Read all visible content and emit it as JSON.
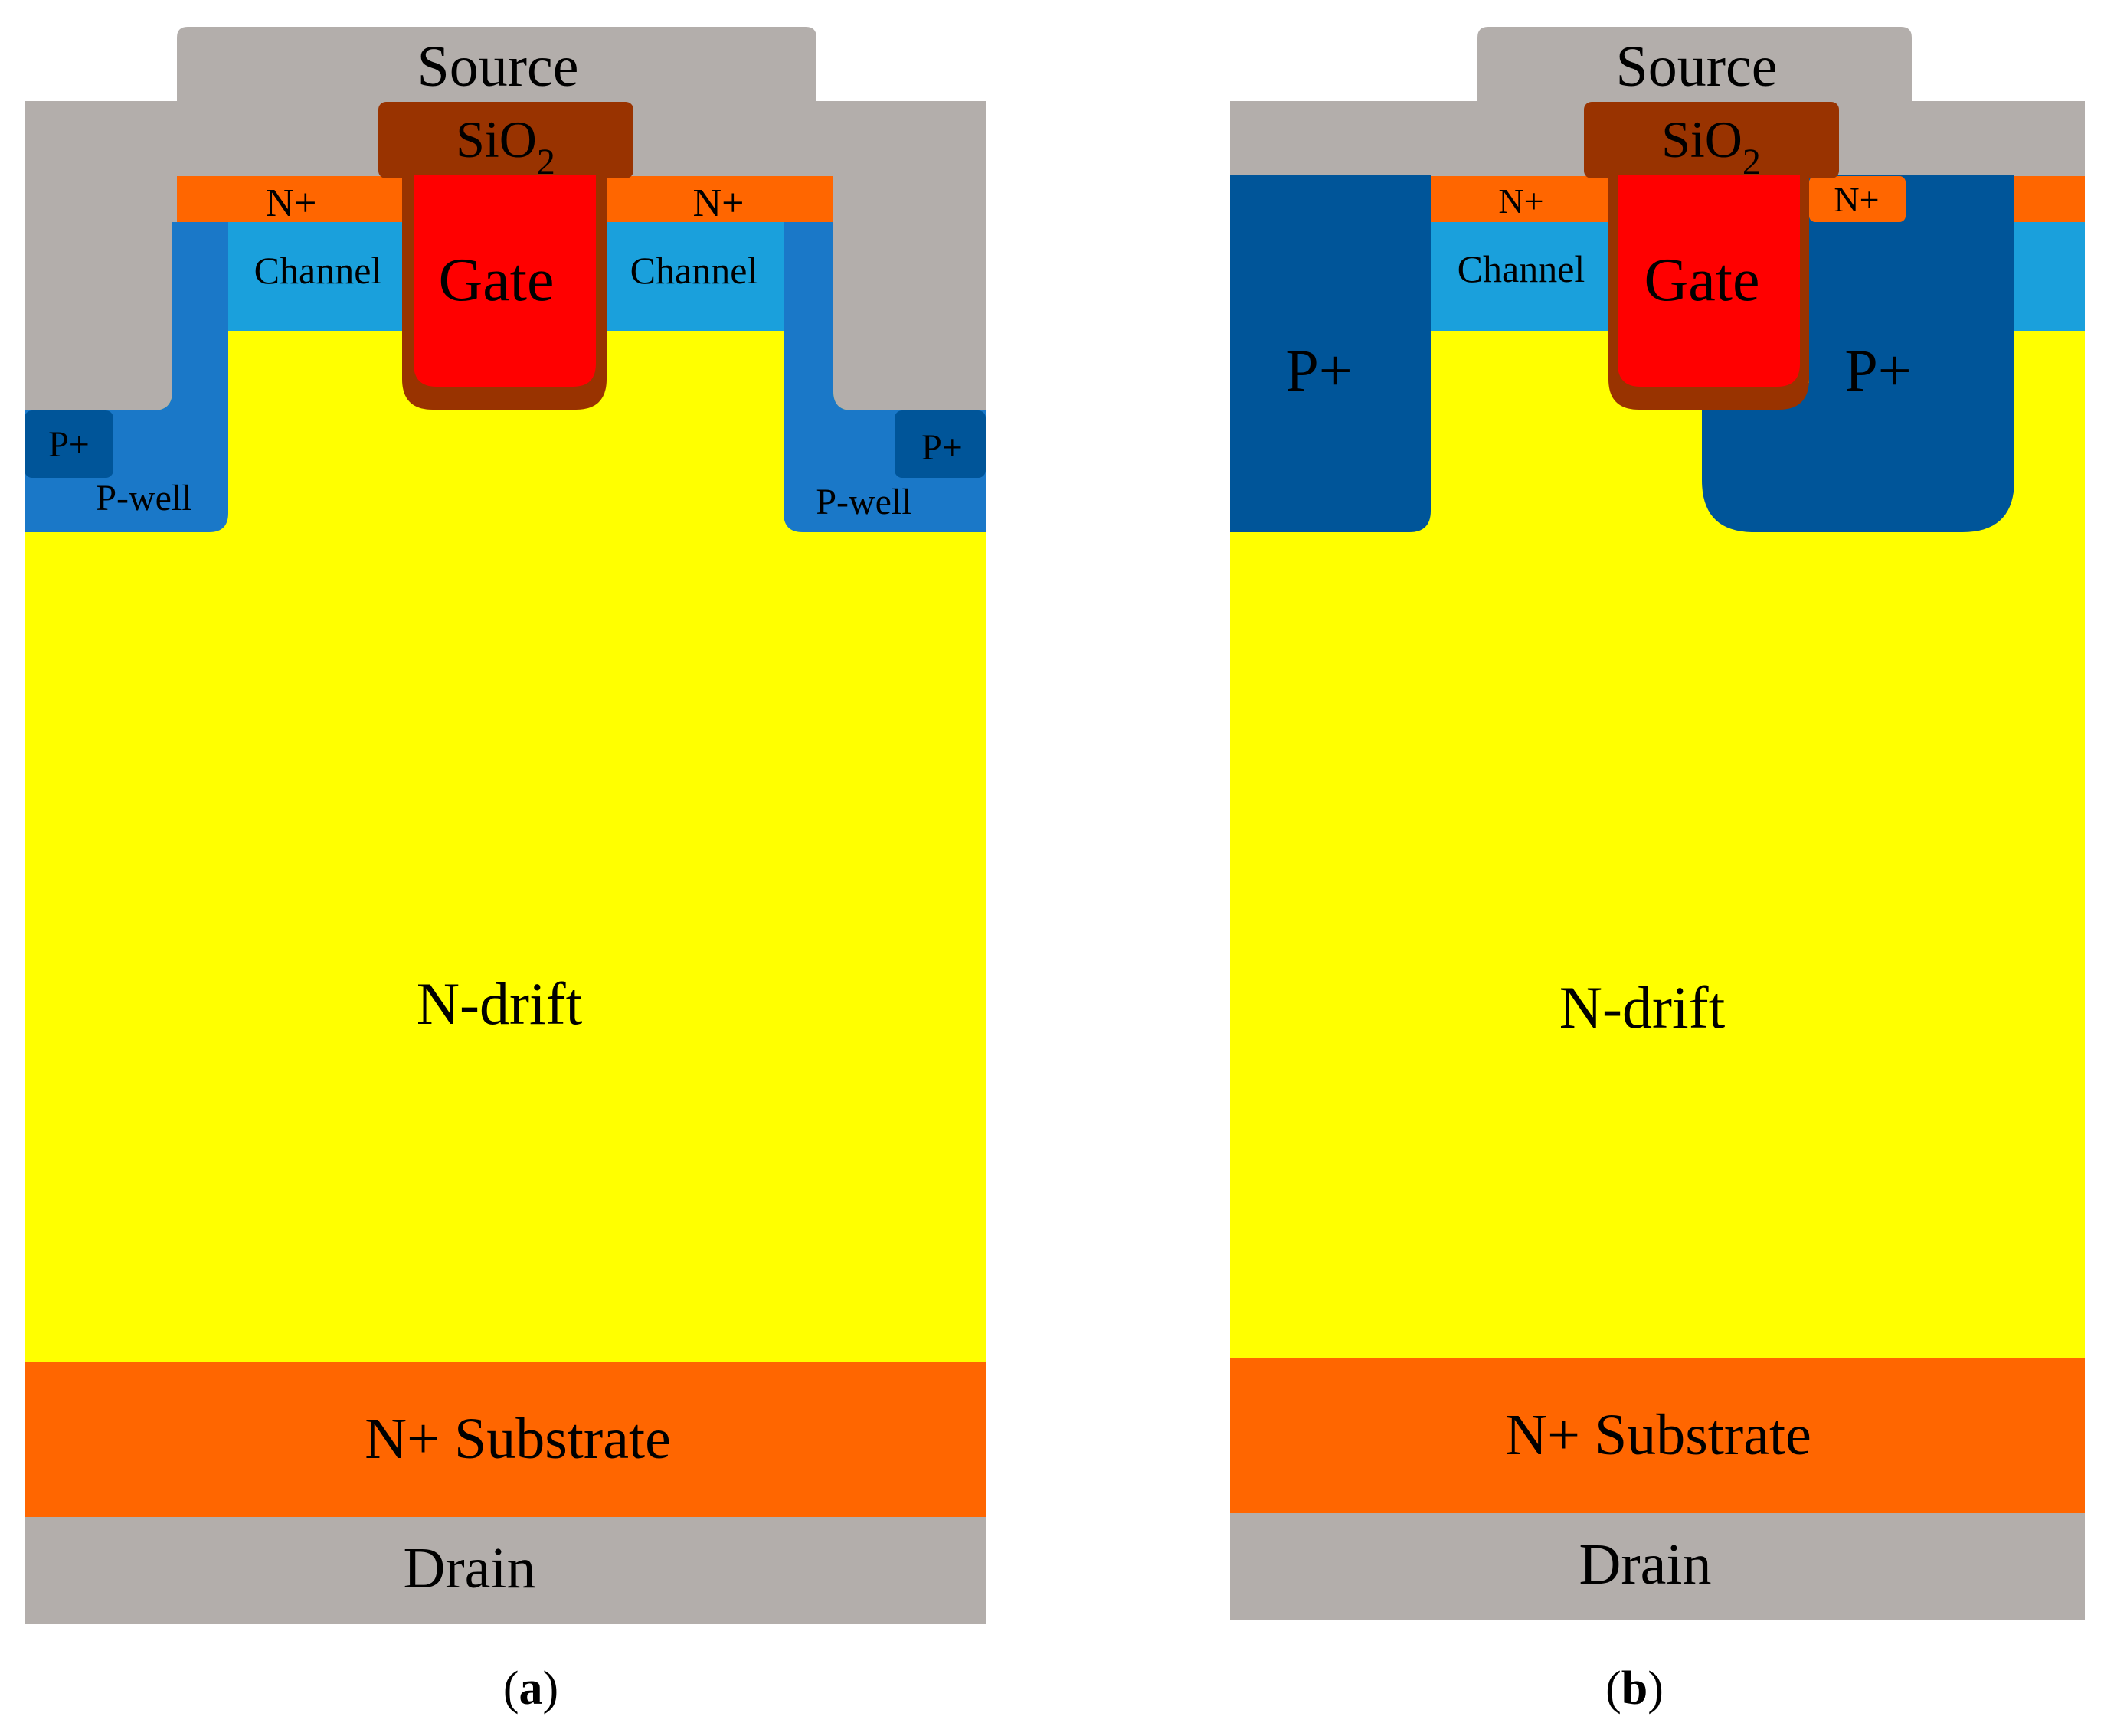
{
  "colors": {
    "metal": "#b3aeab",
    "oxide": "#993300",
    "gate": "#ff0000",
    "n_plus": "#ff6600",
    "channel": "#1aa0dc",
    "p_well": "#1a78c8",
    "p_plus": "#005599",
    "n_drift": "#ffff00"
  },
  "diagram_a": {
    "source": "Source",
    "sio2_main": "SiO",
    "sio2_sub": "2",
    "gate": "Gate",
    "n_plus_left": "N+",
    "n_plus_right": "N+",
    "channel_left": "Channel",
    "channel_right": "Channel",
    "p_plus_left": "P+",
    "p_plus_right": "P+",
    "p_well_left": "P-well",
    "p_well_right": "P-well",
    "n_drift": "N-drift",
    "substrate": "N+ Substrate",
    "drain": "Drain",
    "caption_open": "(",
    "caption_letter": "a",
    "caption_close": ")"
  },
  "diagram_b": {
    "source": "Source",
    "sio2_main": "SiO",
    "sio2_sub": "2",
    "gate": "Gate",
    "n_plus_left": "N+",
    "n_plus_right": "N+",
    "channel_left": "Channel",
    "p_plus_left": "P+",
    "p_plus_right": "P+",
    "n_drift": "N-drift",
    "substrate": "N+ Substrate",
    "drain": "Drain",
    "caption_open": "(",
    "caption_letter": "b",
    "caption_close": ")"
  }
}
